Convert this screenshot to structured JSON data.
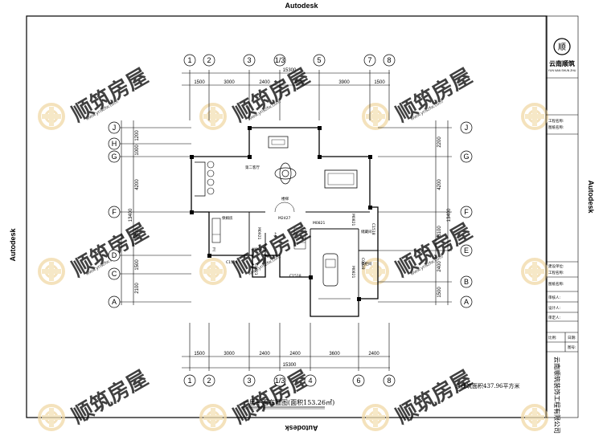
{
  "edge_labels": {
    "top": "Autodesk",
    "bottom": "Autodesk",
    "left": "Autodesk",
    "right": "Autodesk"
  },
  "grid_labels": {
    "top": [
      "1",
      "2",
      "3",
      "1/3",
      "5",
      "7",
      "8"
    ],
    "bottom": [
      "1",
      "2",
      "3",
      "1/3",
      "4",
      "6",
      "8"
    ],
    "left": [
      "J",
      "H",
      "G",
      "F",
      "D",
      "C",
      "A"
    ],
    "right": [
      "J",
      "G",
      "F",
      "E",
      "B",
      "A"
    ]
  },
  "dimensions": {
    "top_total": "15300",
    "top_segments": [
      "1500",
      "3000",
      "2400",
      "3000",
      "3900",
      "1500"
    ],
    "bottom_total": "15300",
    "bottom_segments": [
      "1500",
      "3000",
      "2400",
      "2400",
      "3600",
      "2400"
    ],
    "left_total": "13400",
    "left_segments": [
      "1200",
      "1000",
      "4200",
      "3400",
      "1500",
      "2100"
    ],
    "right_total": "13400",
    "right_segments": [
      "2200",
      "4200",
      "3100",
      "2400",
      "1500"
    ]
  },
  "door_window_labels": [
    "M0921",
    "M2427",
    "M0821",
    "M0921",
    "C1518",
    "C0921",
    "C1518",
    "M0821",
    "C0918",
    "C1518",
    "M0821"
  ],
  "room_labels": [
    "第二客厅",
    "保姆房",
    "卫",
    "储藏间",
    "衣柜间",
    "楼梯",
    "上"
  ],
  "floor_title": "一层平面布置图(面积153.26㎡)",
  "total_area": "总建筑面积437.96平方米",
  "watermark": "顺筑房屋",
  "watermark_url": "www.ynszfw.com",
  "title_block": {
    "logo_mark": "顺",
    "logo_cn": "云南顺筑",
    "logo_en": "YUN NAN SHUN ZHU",
    "fields": [
      "工程名称:",
      "图纸名称:",
      "建设单位:",
      "工程名称:",
      "图纸名称:",
      "审核人:",
      "设计人:",
      "审定人:",
      "比例:",
      "日期:",
      "图号:"
    ],
    "company_vertical": "云南顺筑装饰工程有限公司"
  }
}
